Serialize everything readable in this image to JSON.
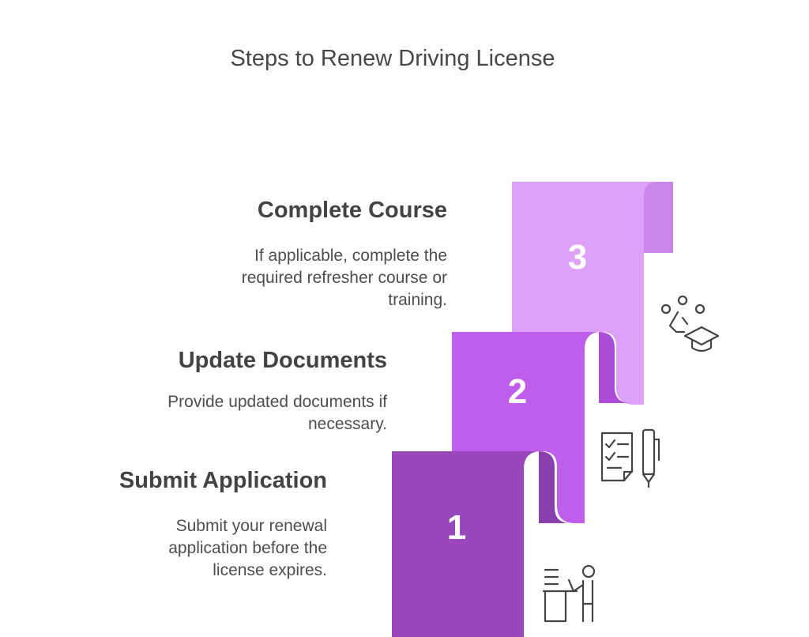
{
  "title": "Steps to Renew Driving License",
  "steps": [
    {
      "number": "3",
      "heading": "Complete Course",
      "description": "If applicable, complete the required refresher course or training.",
      "icon": "graduation-cap-icon",
      "color": "#dea0f8",
      "color_dark": "#c985ea"
    },
    {
      "number": "2",
      "heading": "Update Documents",
      "description": "Provide updated documents if necessary.",
      "icon": "checklist-pen-icon",
      "color": "#bf5eec",
      "color_dark": "#ab4dd8"
    },
    {
      "number": "1",
      "heading": "Submit Application",
      "description": "Submit your renewal application before the license expires.",
      "icon": "person-at-desk-icon",
      "color": "#9a47bd",
      "color_dark": "#8a3fae"
    }
  ]
}
